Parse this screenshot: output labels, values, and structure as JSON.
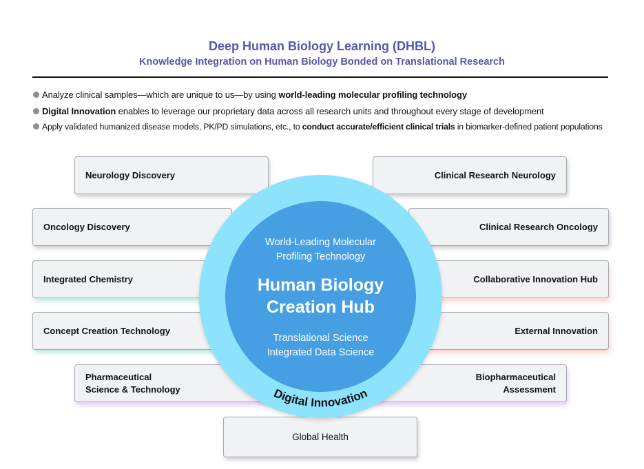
{
  "header": {
    "title": "Deep Human Biology Learning (DHBL)",
    "subtitle": "Knowledge Integration on Human Biology Bonded on Translational Research"
  },
  "bullets": [
    {
      "pre": "Analyze clinical samples—which are unique to us—by using ",
      "bold": "world-leading molecular profiling technology",
      "post": ""
    },
    {
      "pre": "",
      "bold": "Digital Innovation",
      "post": " enables to leverage our proprietary data across all research units and throughout every stage of development"
    },
    {
      "pre": "Apply validated humanized disease models, PK/PD simulations, etc., to ",
      "bold": "conduct accurate/efficient clinical trials",
      "post": " in biomarker-defined patient populations"
    }
  ],
  "left_boxes": [
    "Neurology Discovery",
    "Oncology Discovery",
    "Integrated Chemistry",
    "Concept Creation Technology",
    "Pharmaceutical\nScience & Technology"
  ],
  "right_boxes": [
    "Clinical Research Neurology",
    "Clinical Research Oncology",
    "Collaborative Innovation Hub",
    "External Innovation",
    "Biopharmaceutical\nAssessment"
  ],
  "bottom_box": "Global Health",
  "hub": {
    "top_line1": "World-Leading Molecular",
    "top_line2": "Profiling Technology",
    "title_line1": "Human Biology",
    "title_line2": "Creation Hub",
    "bottom_line1": "Translational Science",
    "bottom_line2": "Integrated Data Science",
    "ring_label": "Digital Innovation"
  },
  "colors": {
    "title": "#5558aa",
    "outer_ring": "#8ee3fc",
    "inner_circle": "#479fe3"
  }
}
